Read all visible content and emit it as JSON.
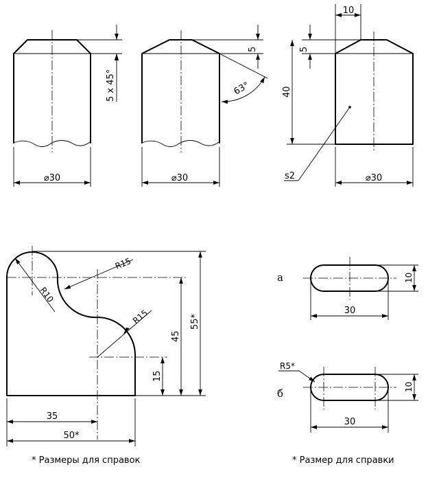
{
  "top_views": {
    "view1": {
      "dia": "⌀30",
      "chamfer": "5 x 45°"
    },
    "view2": {
      "dia": "⌀30",
      "height": "5",
      "angle": "63°"
    },
    "view3": {
      "dia": "⌀30",
      "width": "10",
      "height": "5",
      "length": "40",
      "surface": "s2"
    }
  },
  "profile": {
    "r_top": "R15",
    "r_left": "R10",
    "r_mid": "R15",
    "h45": "45",
    "h55": "55*",
    "h15": "15",
    "w35": "35",
    "w50": "50*",
    "note": "* Размеры для справок"
  },
  "slots": {
    "label_a": "а",
    "label_b": "б",
    "height_a": "10",
    "width_a": "30",
    "radius_b": "R5*",
    "height_b": "10",
    "width_b": "30",
    "note": "* Размер для справки"
  }
}
